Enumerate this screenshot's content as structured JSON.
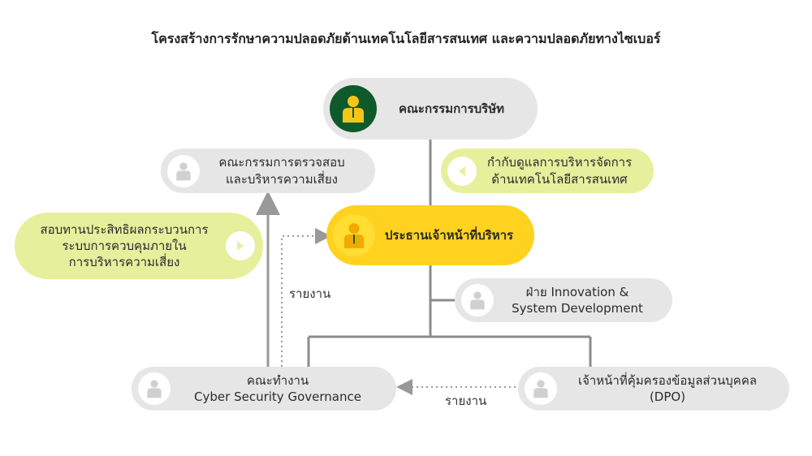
{
  "title": "โครงสร้างการรักษาความปลอดภัยด้านเทคโนโลยีสารสนเทศ และความปลอดภัยทางไซเบอร์",
  "nodes": {
    "board": {
      "label": "คณะกรรมการบริษัท"
    },
    "audit": {
      "line1": "คณะกรรมการตรวจสอบ",
      "line2": "และบริหารความเสี่ยง"
    },
    "governance_note": {
      "line1": "กำกับดูแลการบริหารจัดการ",
      "line2": "ด้านเทคโนโลยีสารสนเทศ"
    },
    "ceo": {
      "label": "ประธานเจ้าหน้าที่บริหาร"
    },
    "review_note": {
      "line1": "สอบทานประสิทธิผลกระบวนการ",
      "line2": "ระบบการควบคุมภายใน",
      "line3": "การบริหารความเสี่ยง"
    },
    "innovation": {
      "line1": "ฝ่าย Innovation &",
      "line2": "System Development"
    },
    "cyber": {
      "line1": "คณะทำงาน",
      "line2": "Cyber Security Governance"
    },
    "dpo": {
      "line1": "เจ้าหน้าที่คุ้มครองข้อมูลส่วนบุคคล",
      "line2": "(DPO)"
    }
  },
  "report_labels": {
    "left": "รายงาน",
    "bottom": "รายงาน"
  },
  "colors": {
    "grey": "#e6e6e6",
    "lime": "#e6ef9c",
    "yellow": "#ffd21f",
    "dark_green": "#0e5a2a",
    "line": "#8c8c8c"
  }
}
